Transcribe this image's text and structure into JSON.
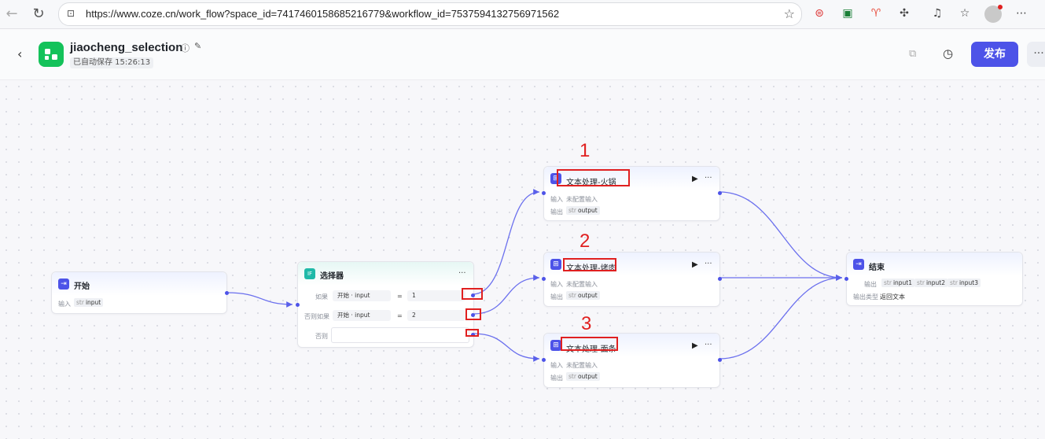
{
  "browser": {
    "url": "https://www.coze.cn/work_flow?space_id=7417460158685216779&workflow_id=7537594132756971562"
  },
  "header": {
    "app_name": "jiaocheng_selection",
    "save_status": "已自动保存 15:26:13",
    "publish_label": "发布",
    "more_label": "···"
  },
  "nodes": {
    "start": {
      "title": "开始",
      "input_label": "输入",
      "input_type": "str",
      "input_name": "input"
    },
    "selector": {
      "title": "选择器",
      "icon_text": "IF",
      "more": "···",
      "rows": [
        {
          "label": "如果",
          "left_node": "开始",
          "left_var": "input",
          "op": "=",
          "value": "1"
        },
        {
          "label": "否则如果",
          "left_node": "开始",
          "left_var": "input",
          "op": "=",
          "value": "2"
        },
        {
          "label": "否则"
        }
      ]
    },
    "text1": {
      "title": "文本处理-火锅",
      "input_label": "输入",
      "input_value": "未配置输入",
      "output_label": "输出",
      "output_type": "str",
      "output_name": "output"
    },
    "text2": {
      "title": "文本处理-烤肉",
      "input_label": "输入",
      "input_value": "未配置输入",
      "output_label": "输出",
      "output_type": "str",
      "output_name": "output"
    },
    "text3": {
      "title": "文本处理-面条",
      "input_label": "输入",
      "input_value": "未配置输入",
      "output_label": "输出",
      "output_type": "str",
      "output_name": "output"
    },
    "end": {
      "title": "结束",
      "output_label": "输出",
      "outputs": [
        {
          "type": "str",
          "name": "input1"
        },
        {
          "type": "str",
          "name": "input2"
        },
        {
          "type": "str",
          "name": "input3"
        }
      ],
      "output_type_label": "输出类型",
      "output_type_value": "返回文本"
    }
  },
  "annotations": {
    "n1": "1",
    "n2": "2",
    "n3": "3"
  },
  "colors": {
    "accent": "#4d53e8",
    "annotation": "#e02020",
    "start_icon": "#4d53e8",
    "selector_icon": "#1fb9a8"
  }
}
